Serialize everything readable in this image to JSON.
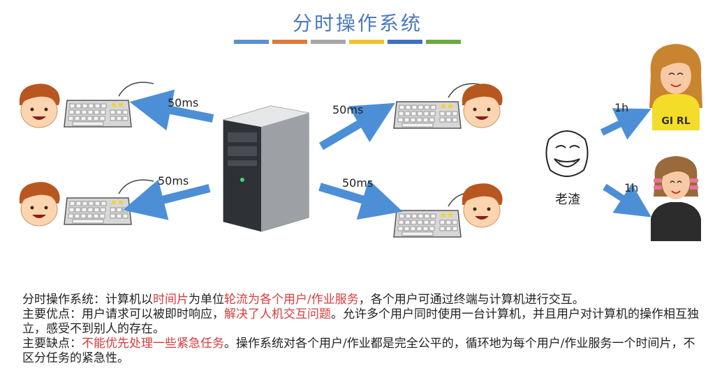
{
  "title": "分时操作系统",
  "color_bar": [
    "#5b8fd0",
    "#e07a3a",
    "#a6a6a6",
    "#f2c12e",
    "#3d6fc4",
    "#6aaa3f"
  ],
  "labels": {
    "arrow_ul": "50ms",
    "arrow_ll": "50ms",
    "arrow_ur": "50ms",
    "arrow_lr": "50ms",
    "time_top": "1h",
    "time_bottom": "1h",
    "guy": "老渣",
    "girl_shirt": "GI RL"
  },
  "paragraphs": {
    "p1": {
      "a": "分时操作系统：计算机以",
      "b": "时间片",
      "c": "为单位",
      "d": "轮流为各个用户/作业服务",
      "e": "，各个用户可通过终端与计算机进行交互。"
    },
    "p2": {
      "a": "主要优点：用户请求可以被即时响应，",
      "b": "解决了人机交互问题",
      "c": "。允许多个用户同时使用一台计算机，并且用户对计算机的操作相互独立，感受不到别人的存在。"
    },
    "p3": {
      "a": "主要缺点：",
      "b": "不能优先处理一些紧急任务",
      "c": "。操作系统对各个用户/作业都是完全公平的，循环地为每个用户/作业服务一个时间片，不区分任务的紧急性。"
    }
  }
}
